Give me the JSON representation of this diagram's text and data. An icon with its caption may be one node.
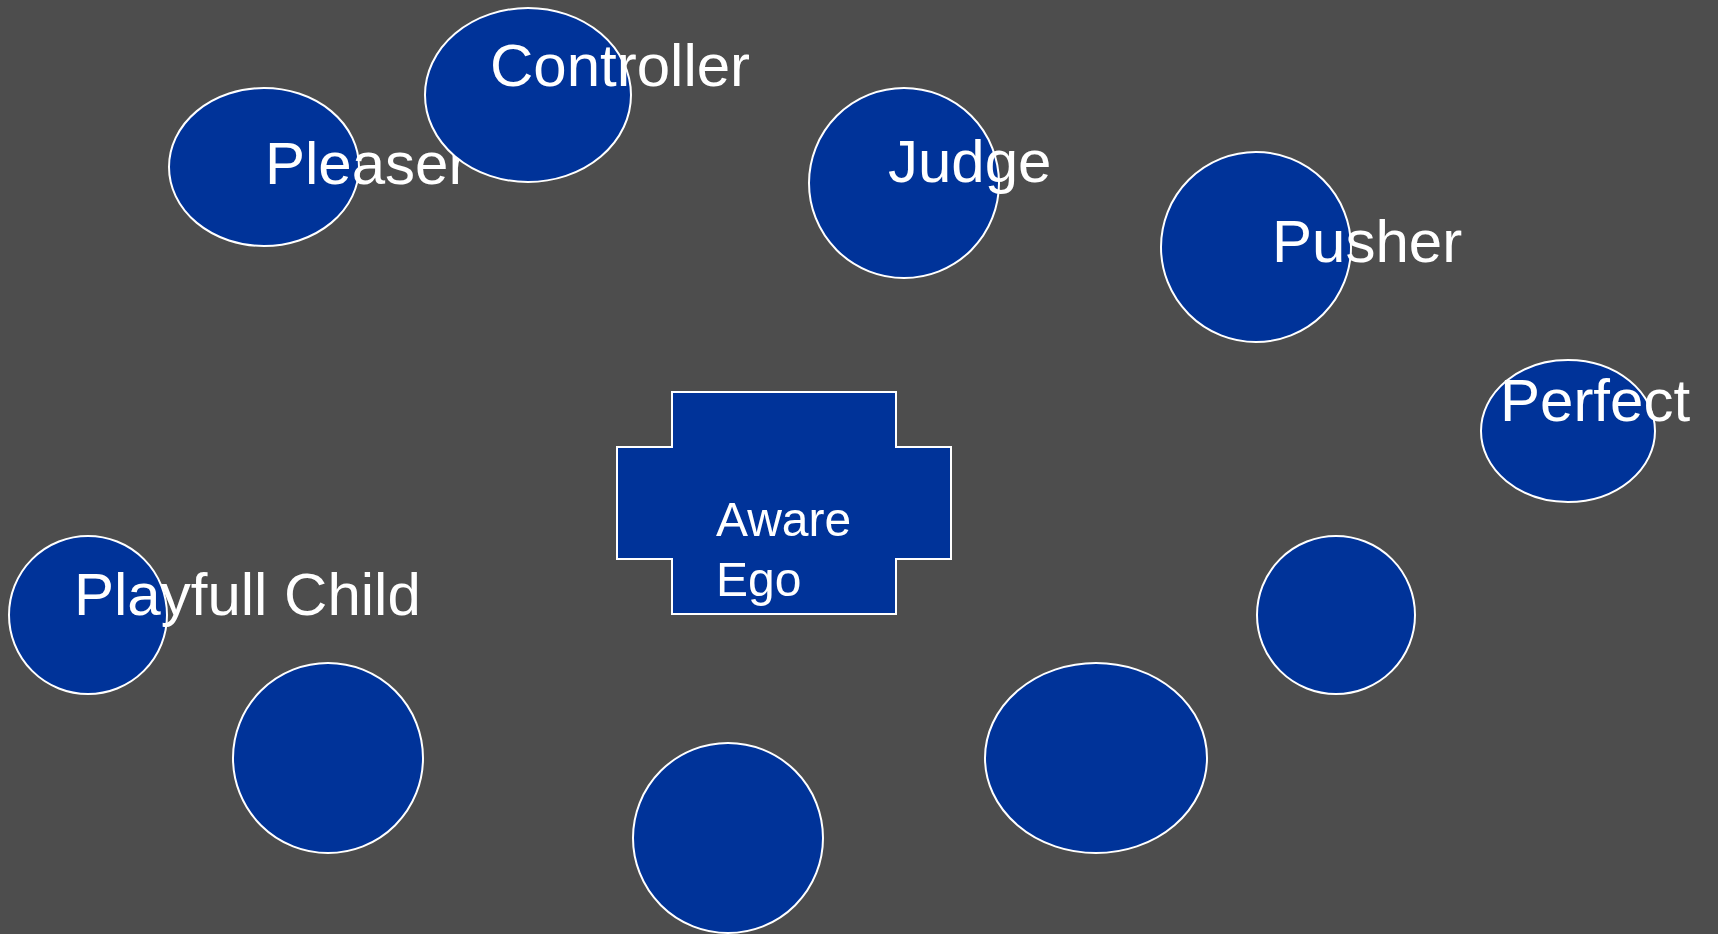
{
  "diagram": {
    "nodes": [
      {
        "text": [
          "Pleaser"
        ]
      },
      {
        "text": [
          "Controller"
        ]
      },
      {
        "text": [
          "Judge"
        ]
      },
      {
        "text": [
          "Pusher"
        ]
      },
      {
        "text": [
          "Perfect"
        ]
      },
      {
        "text": [
          "Aware Ego"
        ]
      },
      {
        "text": [
          "Playfull Child"
        ]
      },
      {
        "text": [],
        "shape": "circle"
      },
      {
        "text": [],
        "shape": "circle"
      },
      {
        "text": [],
        "shape": "circle"
      },
      {
        "text": [],
        "shape": "circle"
      }
    ],
    "edges": []
  }
}
